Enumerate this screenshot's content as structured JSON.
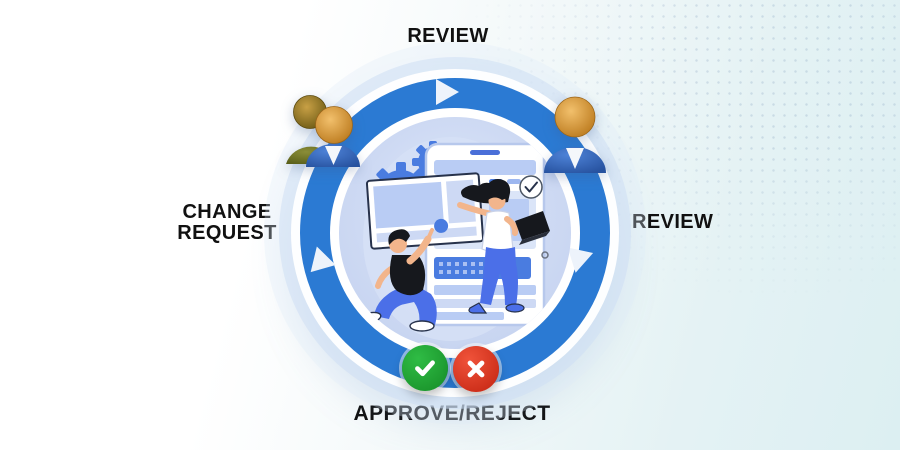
{
  "labels": {
    "top": "REVIEW",
    "right": "REVIEW",
    "left_line1": "CHANGE",
    "left_line2": "REQUEST",
    "bottom": "APPROVE/REJECT"
  },
  "diagram": {
    "type": "cycle",
    "direction": "clockwise",
    "steps": [
      "CHANGE REQUEST",
      "REVIEW",
      "REVIEW",
      "APPROVE/REJECT"
    ]
  },
  "icons": {
    "top_left": "reviewers-group-icon",
    "top_right": "reviewer-icon",
    "bottom_left": "approve-check-icon",
    "bottom_right": "reject-cross-icon",
    "ring_arrows": "clockwise-arrow-icon",
    "center": "collaboration-illustration"
  },
  "colors": {
    "ring_blue": "#2b7ad3",
    "ring_arrow": "#edf3fb",
    "inner_disc": "#cdd9f3",
    "approve_green": "#1f9e2e",
    "reject_red": "#d92c14",
    "text": "#111111",
    "illustration_accent": "#4a7ce0",
    "background_tint": "#dceff2",
    "person_blue": "#3a6fc8",
    "person_olive": "#6f7226",
    "person_head_orange": "#d99a3f"
  }
}
